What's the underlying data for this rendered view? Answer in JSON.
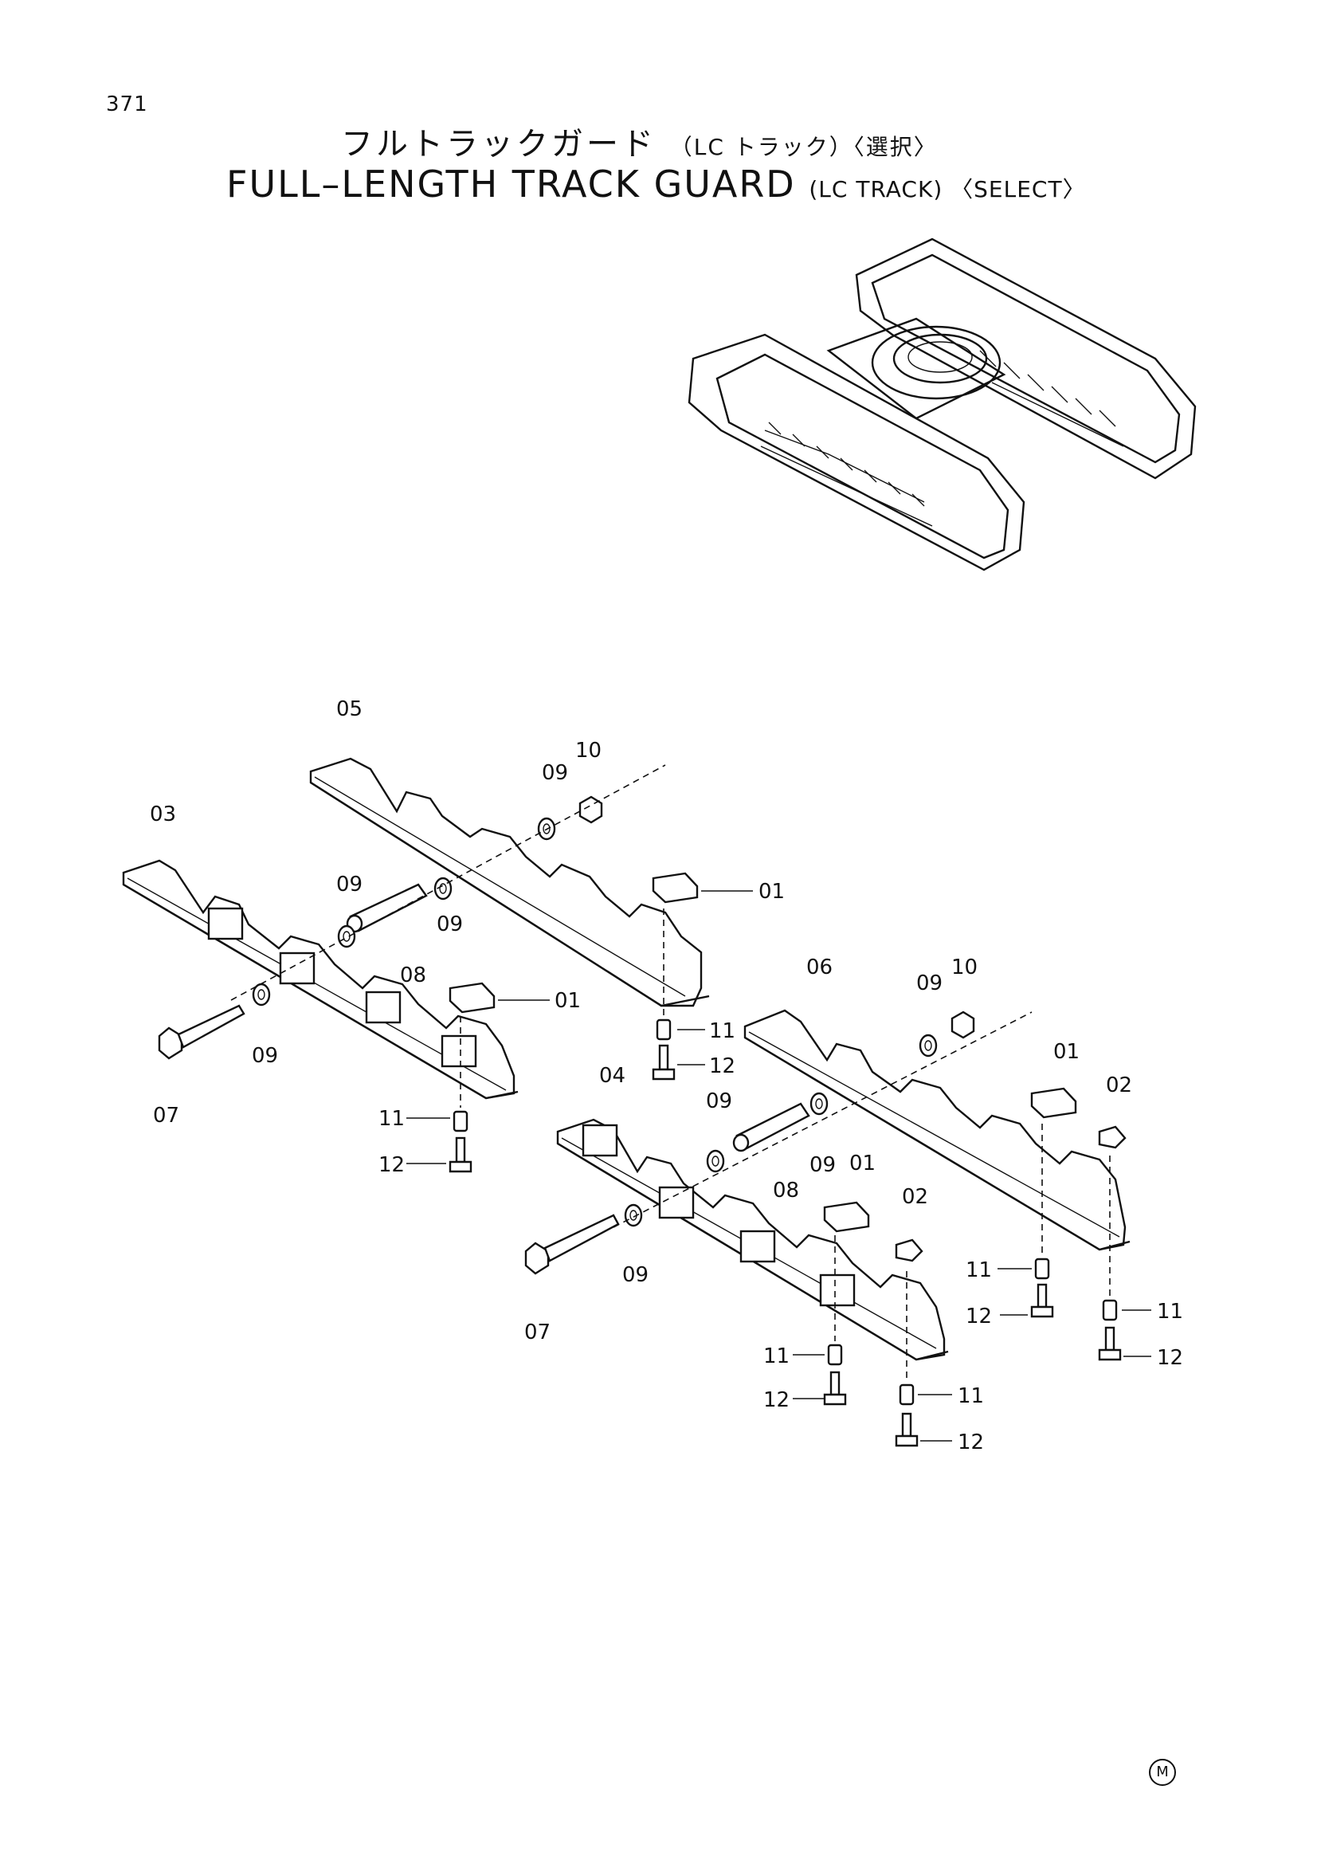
{
  "page_number": "371",
  "title_jp": {
    "main": "フルトラックガード",
    "sub": "（LC トラック）〈選択〉"
  },
  "title_en": {
    "main": "FULL–LENGTH TRACK GUARD",
    "sub": "(LC TRACK) 〈SELECT〉"
  },
  "callouts": {
    "c05": "05",
    "c03": "03",
    "c09a": "09",
    "c10a": "10",
    "c09b": "09",
    "c09c": "09",
    "c08a": "08",
    "c01a": "01",
    "c01b": "01",
    "c09d": "09",
    "c07a": "07",
    "c11a": "11",
    "c12a": "12",
    "c11b": "11",
    "c12b": "12",
    "c06": "06",
    "c09e": "09",
    "c10b": "10",
    "c04": "04",
    "c09f": "09",
    "c09g": "09",
    "c08b": "08",
    "c01c": "01",
    "c02a": "02",
    "c01d": "01",
    "c02b": "02",
    "c09h": "09",
    "c07b": "07",
    "c11c": "11",
    "c12c": "12",
    "c11d": "11",
    "c12d": "12",
    "c11e": "11",
    "c12e": "12",
    "c11f": "11",
    "c12f": "12"
  },
  "maker_mark": "M"
}
